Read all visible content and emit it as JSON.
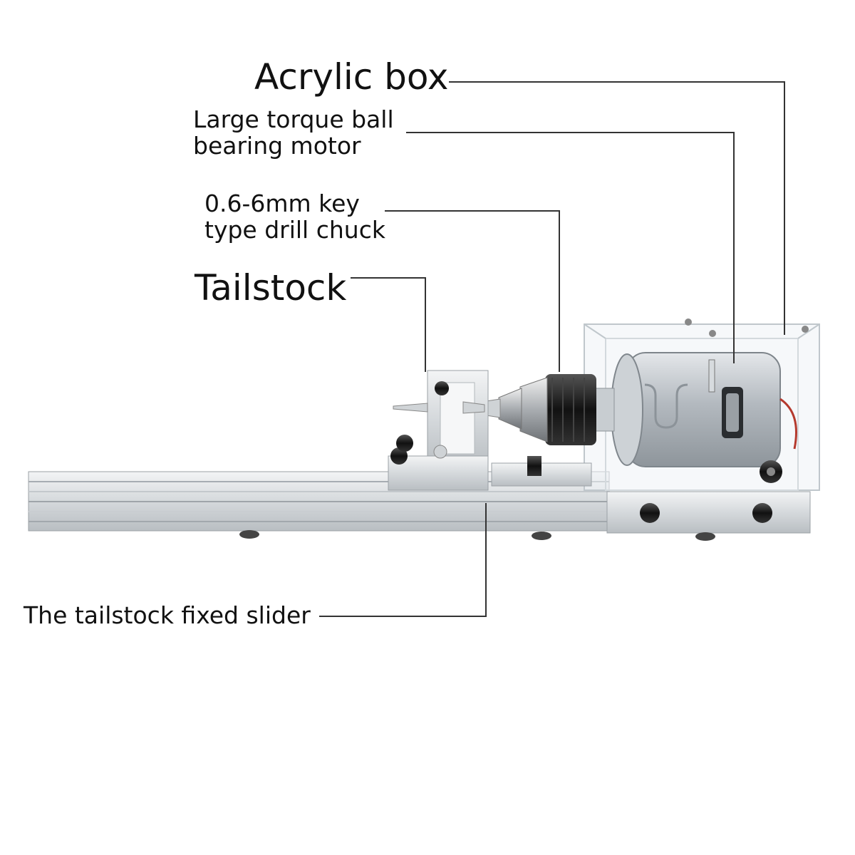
{
  "callouts": {
    "acrylic_box": "Acrylic box",
    "motor_line1": "Large torque ball",
    "motor_line2": "bearing motor",
    "chuck_line1": "0.6-6mm key",
    "chuck_line2": "type drill chuck",
    "tailstock": "Tailstock",
    "slider": "The tailstock fixed slider"
  },
  "colors": {
    "background": "#ffffff",
    "leader_line": "#333333",
    "rail": "#d9dde0",
    "metal_dark": "#222222",
    "motor": "#b8bec4"
  }
}
